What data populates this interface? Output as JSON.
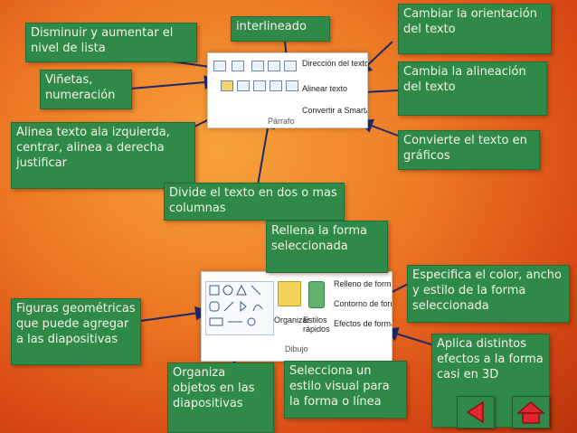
{
  "labels": {
    "lista": "Disminuir y aumentar el nivel de lista",
    "interlineado": "interlineado",
    "orientacion": "Cambiar la orientación del texto",
    "vinetas": "Viñetas, numeración",
    "alineacion": "Cambia la alineación del texto",
    "alinea_texto": "Alinea texto ala izquierda, centrar, alinea a derecha justificar",
    "convierte": "Convierte el texto en gráficos",
    "divide": "Divide el texto en dos o mas columnas",
    "rellena": "Rellena la forma seleccionada",
    "especifica": "Especifica el color, ancho y estilo de la forma seleccionada",
    "figuras": "Figuras geométricas que puede agregar a las diapositivas",
    "aplica": "Aplica distintos efectos a la forma casi en 3D",
    "organiza": "Organiza objetos en las diapositivas",
    "selecciona": "Selecciona un estilo visual para la forma o línea"
  },
  "parrafo_panel": {
    "direccion": "Dirección del texto",
    "alinear": "Alinear texto",
    "convertir": "Convertir a SmartArt",
    "group": "Párrafo"
  },
  "dibujo_panel": {
    "organizar": "Organizar",
    "estilos": "Estilos rápidos",
    "relleno": "Relleno de forma",
    "contorno": "Contorno de forma",
    "efectos": "Efectos de forma",
    "group": "Dibujo"
  },
  "nav": {
    "back_icon": "back-triangle-icon",
    "home_icon": "home-icon"
  },
  "colors": {
    "box_green": "#2f8a4a",
    "arrow": "#1b2a6b",
    "bg_orange": "#ee7a25"
  }
}
